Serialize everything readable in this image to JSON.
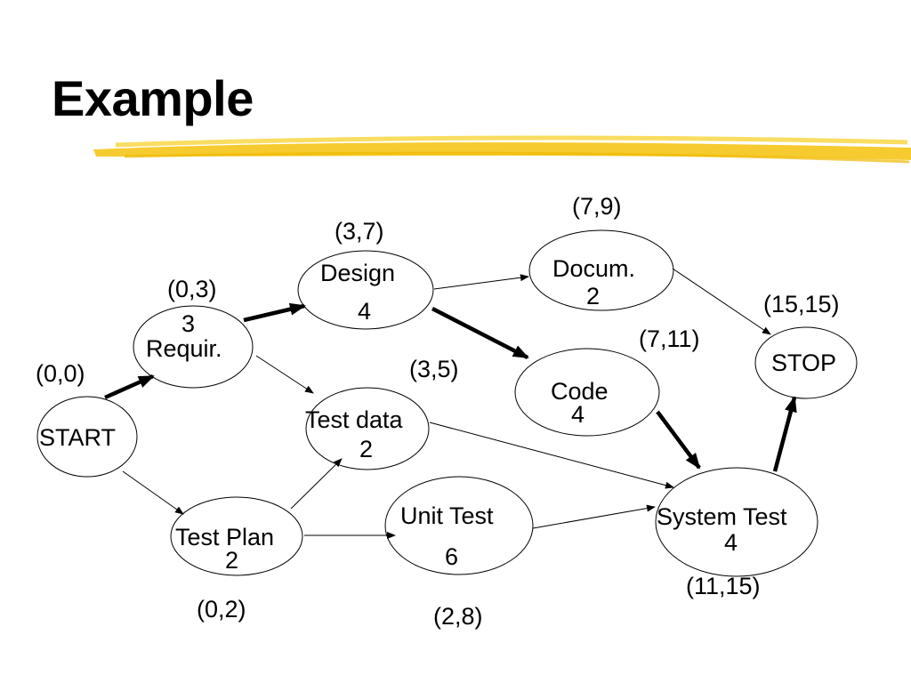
{
  "title": "Example",
  "nodes": {
    "start": {
      "name": "START"
    },
    "requir": {
      "name": "Requir.",
      "duration": "3",
      "times": "(0,3)"
    },
    "test_plan": {
      "name": "Test Plan",
      "duration": "2",
      "times": "(0,2)"
    },
    "design": {
      "name": "Design",
      "duration": "4",
      "times": "(3,7)"
    },
    "test_data": {
      "name": "Test data",
      "duration": "2",
      "times": "(3,5)"
    },
    "unit_test": {
      "name": "Unit Test",
      "duration": "6",
      "times": "(2,8)"
    },
    "docum": {
      "name": "Docum.",
      "duration": "2",
      "times": "(7,9)"
    },
    "code": {
      "name": "Code",
      "duration": "4",
      "times": "(7,11)"
    },
    "system_test": {
      "name": "System Test",
      "duration": "4",
      "times": "(11,15)"
    },
    "stop": {
      "name": "STOP",
      "times": "(15,15)"
    },
    "start_times": "(0,0)"
  },
  "edges": [
    {
      "from": "START",
      "to": "Requir.",
      "critical": true
    },
    {
      "from": "START",
      "to": "Test Plan",
      "critical": false
    },
    {
      "from": "Requir.",
      "to": "Design",
      "critical": true
    },
    {
      "from": "Requir.",
      "to": "Test data",
      "critical": false
    },
    {
      "from": "Test Plan",
      "to": "Test data",
      "critical": false
    },
    {
      "from": "Test Plan",
      "to": "Unit Test",
      "critical": false
    },
    {
      "from": "Design",
      "to": "Docum.",
      "critical": false
    },
    {
      "from": "Design",
      "to": "Code",
      "critical": true
    },
    {
      "from": "Docum.",
      "to": "STOP",
      "critical": false
    },
    {
      "from": "Code",
      "to": "System Test",
      "critical": true
    },
    {
      "from": "Test data",
      "to": "System Test",
      "critical": false
    },
    {
      "from": "Unit Test",
      "to": "System Test",
      "critical": false
    },
    {
      "from": "System Test",
      "to": "STOP",
      "critical": true
    }
  ]
}
